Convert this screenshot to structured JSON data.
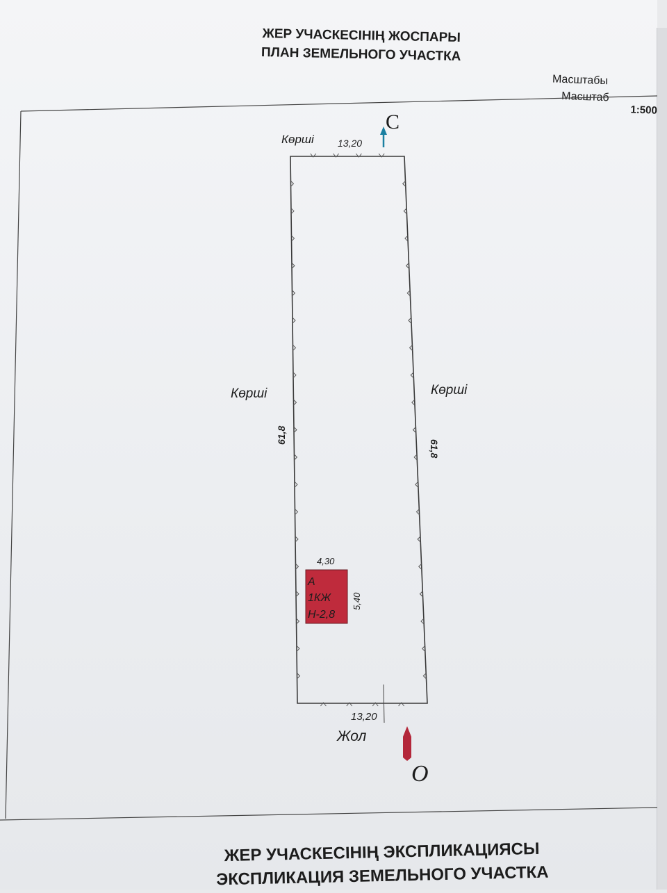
{
  "header": {
    "title_kz": "ЖЕР УЧАСКЕСІНІҢ ЖОСПАРЫ",
    "title_ru": "ПЛАН ЗЕМЕЛЬНОГО УЧАСТКА"
  },
  "scale": {
    "label_kz": "Масштабы",
    "label_ru": "Масштаб",
    "ratio": "1:500"
  },
  "plot": {
    "north_letter": "С",
    "south_letter": "О",
    "top_neighbor": "Көрші",
    "left_neighbor": "Көрші",
    "right_neighbor": "Көрші",
    "bottom_label": "Жол",
    "top_dimension": "13,20",
    "bottom_dimension": "13,20",
    "left_dimension": "61,8",
    "right_dimension": "61,8"
  },
  "building": {
    "line1": "А",
    "line2": "1КЖ",
    "line3": "Н-2,8",
    "width_label": "4,30",
    "depth_label": "5,40",
    "fill_color": "#bf2b3c"
  },
  "colors": {
    "north_arrow": "#1b7fa1",
    "south_arrow": "#b3273a"
  },
  "footer": {
    "title_kz": "ЖЕР УЧАСКЕСІНІҢ ЭКСПЛИКАЦИЯСЫ",
    "title_ru": "ЭКСПЛИКАЦИЯ ЗЕМЕЛЬНОГО УЧАСТКА"
  }
}
